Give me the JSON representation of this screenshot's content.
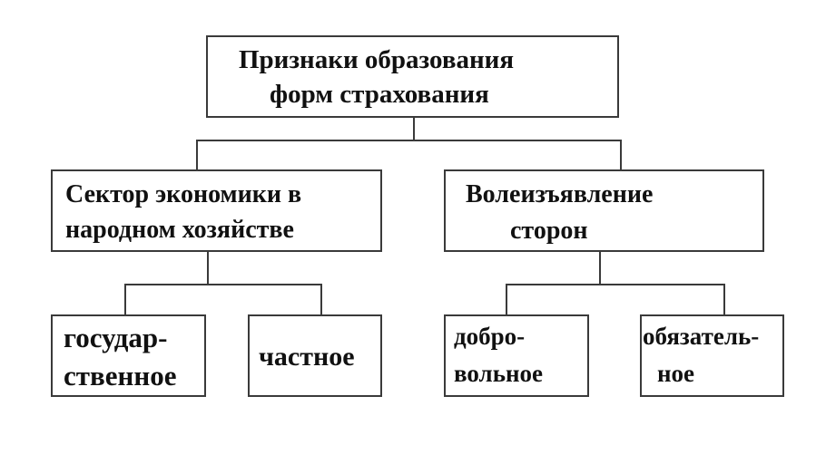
{
  "diagram": {
    "root": {
      "line1": "Признаки образования",
      "line2": "форм страхования"
    },
    "branches": [
      {
        "line1": "Сектор экономики в",
        "line2": "народном хозяйстве",
        "children": [
          {
            "line1": "государ-",
            "line2": "ственное"
          },
          {
            "line1": "частное"
          }
        ]
      },
      {
        "line1": "Волеизъявление",
        "line2": "сторон",
        "children": [
          {
            "line1": "добро-",
            "line2": "вольное"
          },
          {
            "line1": "обязатель-",
            "line2": "ное"
          }
        ]
      }
    ]
  }
}
